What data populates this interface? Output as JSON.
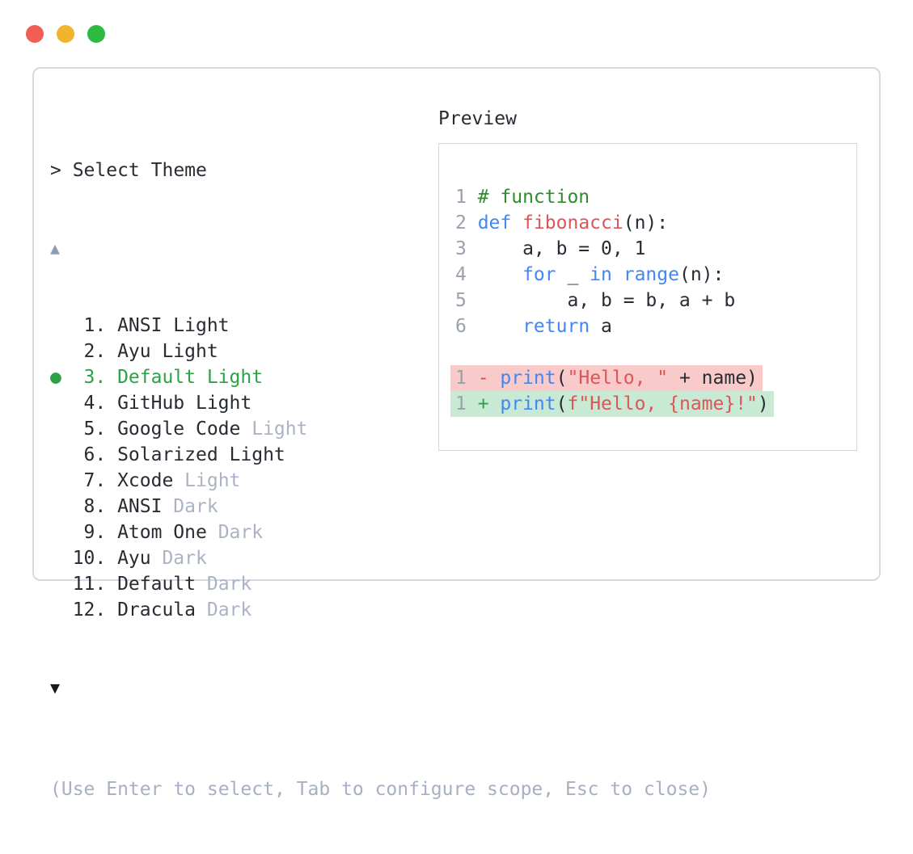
{
  "window": {
    "controls": [
      {
        "name": "close-button",
        "color": "#f15e55"
      },
      {
        "name": "minimize-button",
        "color": "#f0b42e"
      },
      {
        "name": "zoom-button",
        "color": "#2cbb40"
      }
    ]
  },
  "theme_picker": {
    "prompt": "> Select Theme",
    "scroll_up_indicator": "▲",
    "scroll_down_indicator": "▼",
    "selected_marker": "●",
    "items": [
      {
        "number": "1.",
        "label": "ANSI Light",
        "muted": "",
        "selected": false
      },
      {
        "number": "2.",
        "label": "Ayu Light",
        "muted": "",
        "selected": false
      },
      {
        "number": "3.",
        "label": "Default Light",
        "muted": "",
        "selected": true
      },
      {
        "number": "4.",
        "label": "GitHub Light",
        "muted": "",
        "selected": false
      },
      {
        "number": "5.",
        "label": "Google Code",
        "muted": "Light",
        "selected": false
      },
      {
        "number": "6.",
        "label": "Solarized Light",
        "muted": "",
        "selected": false
      },
      {
        "number": "7.",
        "label": "Xcode",
        "muted": "Light",
        "selected": false
      },
      {
        "number": "8.",
        "label": "ANSI",
        "muted": "Dark",
        "selected": false
      },
      {
        "number": "9.",
        "label": "Atom One",
        "muted": "Dark",
        "selected": false
      },
      {
        "number": "10.",
        "label": "Ayu",
        "muted": "Dark",
        "selected": false
      },
      {
        "number": "11.",
        "label": "Default",
        "muted": "Dark",
        "selected": false
      },
      {
        "number": "12.",
        "label": "Dracula",
        "muted": "Dark",
        "selected": false
      }
    ],
    "footer_hint": "(Use Enter to select, Tab to configure scope, Esc to close)"
  },
  "preview": {
    "label": "Preview",
    "lines": [
      {
        "num": "1",
        "tokens": [
          {
            "c": "com",
            "t": "# function"
          }
        ]
      },
      {
        "num": "2",
        "tokens": [
          {
            "c": "kw",
            "t": "def"
          },
          {
            "c": "pl",
            "t": " "
          },
          {
            "c": "fn",
            "t": "fibonacci"
          },
          {
            "c": "pl",
            "t": "(n):"
          }
        ]
      },
      {
        "num": "3",
        "tokens": [
          {
            "c": "pl",
            "t": "    a, b = 0, 1"
          }
        ]
      },
      {
        "num": "4",
        "tokens": [
          {
            "c": "pl",
            "t": "    "
          },
          {
            "c": "kw",
            "t": "for"
          },
          {
            "c": "pl",
            "t": " _ "
          },
          {
            "c": "kw",
            "t": "in"
          },
          {
            "c": "pl",
            "t": " "
          },
          {
            "c": "kw",
            "t": "range"
          },
          {
            "c": "pl",
            "t": "(n):"
          }
        ]
      },
      {
        "num": "5",
        "tokens": [
          {
            "c": "pl",
            "t": "        a, b = b, a + b"
          }
        ]
      },
      {
        "num": "6",
        "tokens": [
          {
            "c": "pl",
            "t": "    "
          },
          {
            "c": "kw",
            "t": "return"
          },
          {
            "c": "pl",
            "t": " a"
          }
        ]
      },
      {
        "num": null,
        "tokens": []
      },
      {
        "num": "1",
        "diff": "del",
        "tokens": [
          {
            "c": "del",
            "t": "- "
          },
          {
            "c": "kw",
            "t": "print"
          },
          {
            "c": "pl",
            "t": "("
          },
          {
            "c": "str",
            "t": "\"Hello, \""
          },
          {
            "c": "pl",
            "t": " + name)"
          }
        ]
      },
      {
        "num": "1",
        "diff": "add",
        "tokens": [
          {
            "c": "add",
            "t": "+ "
          },
          {
            "c": "kw",
            "t": "print"
          },
          {
            "c": "pl",
            "t": "("
          },
          {
            "c": "str",
            "t": "f\"Hello, {name}!\""
          },
          {
            "c": "pl",
            "t": ")"
          }
        ]
      }
    ]
  },
  "colors": {
    "text_dark": "#272c33",
    "text_muted": "#aab3c4",
    "footer_hint": "#a6b0c2",
    "line_number": "#9aa1ac",
    "selected_green": "#2ba245",
    "keyword_blue": "#4486f2",
    "string_red": "#dc5656",
    "comment_green": "#2e8b2e",
    "diff_del_text": "#d64949",
    "diff_add_text": "#2ca04c",
    "diff_del_bg": "#f8caca",
    "diff_add_bg": "#c8e9d4",
    "panel_border": "#d6dae2",
    "preview_border": "#d3d8e0",
    "scroll_up_arrow": "#8d9db4",
    "scroll_down_arrow": "#15181d"
  }
}
